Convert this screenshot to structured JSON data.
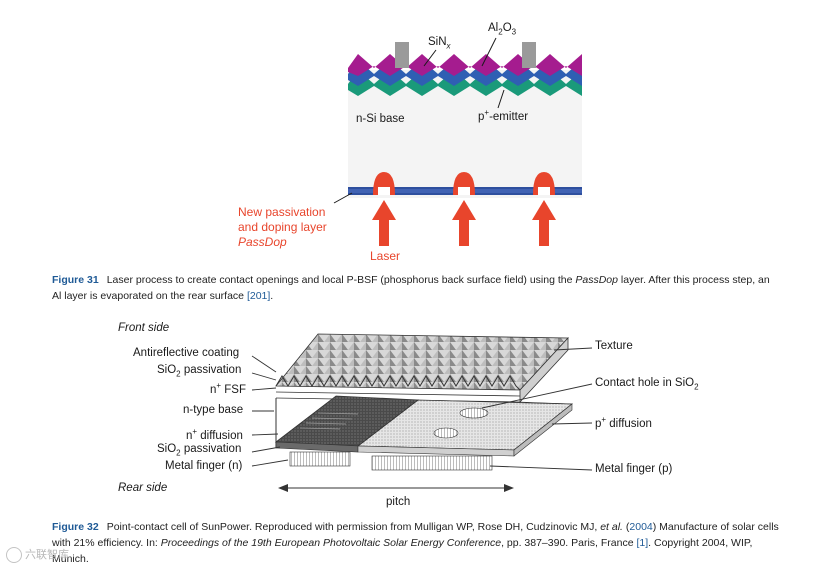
{
  "figure31": {
    "labels": {
      "sinx": "SiN",
      "sinx_sub": "x",
      "al2o3_a": "Al",
      "al2o3_sub1": "2",
      "al2o3_b": "O",
      "al2o3_sub2": "3",
      "n_si_base": "n-Si base",
      "emitter_sup": "+",
      "emitter_pre": "p",
      "emitter_post": "-emitter",
      "new_passivation_line1": "New passivation",
      "new_passivation_line2": "and doping layer",
      "passdop": "PassDop",
      "laser": "Laser"
    },
    "caption": {
      "label": "Figure 31",
      "text_a": "Laser process to create contact openings and local P-BSF (phosphorus back surface field) using the ",
      "text_italic": "PassDop",
      "text_b": " layer. After this process step, an Al layer is evaporated on the rear surface ",
      "ref": "[201]",
      "text_c": "."
    },
    "colors": {
      "arc_purple": "#a51c8f",
      "sin_blue": "#2f5fb3",
      "al2o3_green": "#1a9a7a",
      "contact_gray": "#9a9a9a",
      "base": "#f4f4f4",
      "rear_blue": "#2e4f9e",
      "laser_red": "#e8452c"
    }
  },
  "figure32": {
    "labels": {
      "front_side": "Front side",
      "antireflective": "Antireflective coating",
      "sio2_pass_a": "SiO",
      "sio2_pass_sub": "2",
      "sio2_pass_b": " passivation",
      "nfsf_pre": "n",
      "nfsf_sup": "+",
      "nfsf_post": " FSF",
      "ntype_base": "n-type base",
      "ndiff_pre": "n",
      "ndiff_sup": "+",
      "ndiff_post": " diffusion",
      "sio2_pass2_a": "SiO",
      "sio2_pass2_sub": "2",
      "sio2_pass2_b": " passivation",
      "metal_finger_n": "Metal finger (n)",
      "rear_side": "Rear side",
      "texture": "Texture",
      "contact_hole_a": "Contact hole in SiO",
      "contact_hole_sub": "2",
      "pdiff_pre": "p",
      "pdiff_sup": "+",
      "pdiff_post": " diffusion",
      "metal_finger_p": "Metal finger (p)",
      "pitch": "pitch"
    },
    "caption": {
      "label": "Figure 32",
      "text_a": "Point-contact cell of SunPower. Reproduced with permission from Mulligan WP, Rose DH, Cudzinovic MJ, ",
      "etal": "et al.",
      "year_open": " (",
      "year": "2004",
      "year_close": ") Manufacture of solar cells with 21% efficiency. In: ",
      "proceedings": "Proceedings of the 19th European Photovoltaic Solar Energy Conference",
      "text_b": ", pp. 387–390. Paris, France ",
      "ref": "[1]",
      "text_c": ". Copyright 2004, WIP, Munich."
    }
  },
  "watermark": {
    "text": "六联智库"
  }
}
